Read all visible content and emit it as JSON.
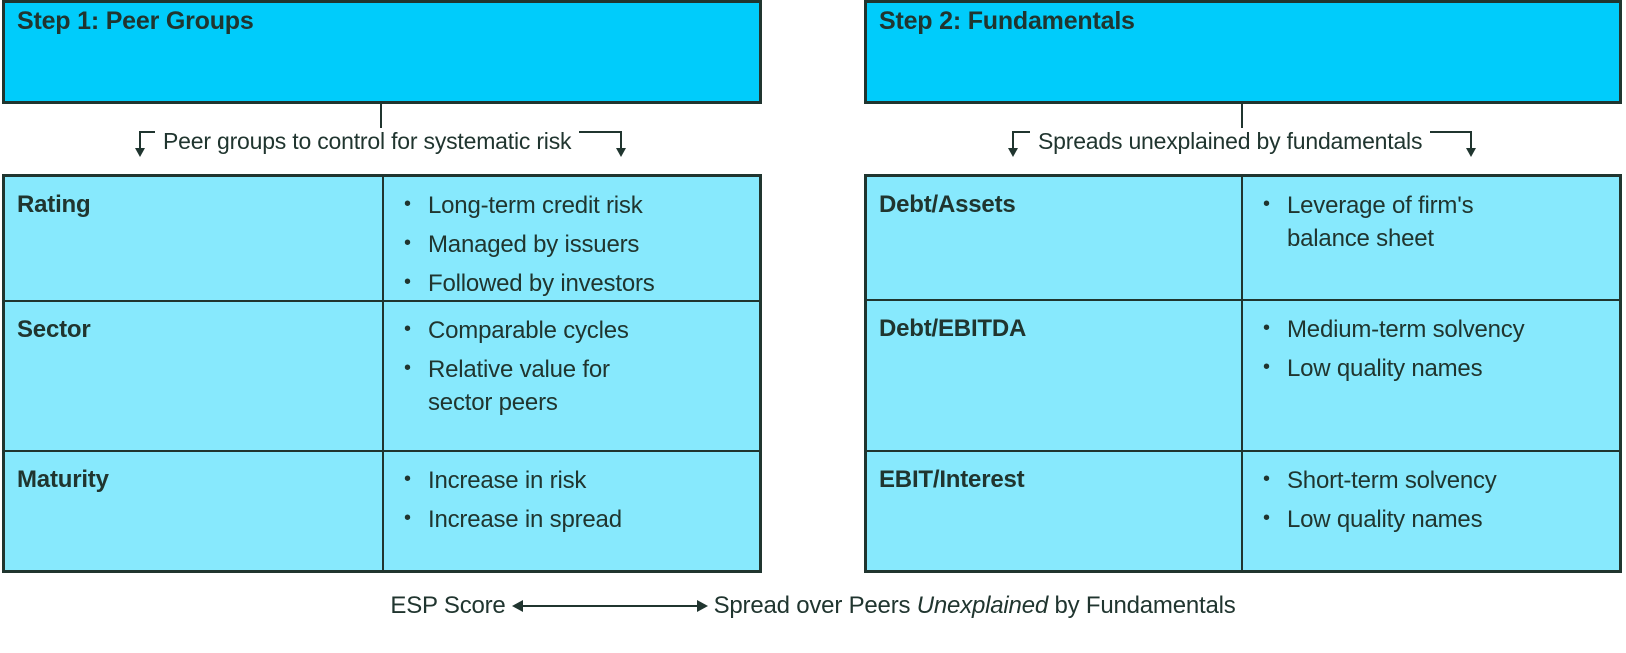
{
  "colors": {
    "header_fill": "#00CCFB",
    "table_fill": "#87E9FD",
    "line": "#20352F",
    "background": "#FFFFFF"
  },
  "steps": [
    {
      "id": "step-1",
      "title": "Step 1: Peer Groups",
      "connector_label": "Peer groups to control for systematic risk",
      "rows": [
        {
          "label": "Rating",
          "bullets": [
            "Long-term credit risk",
            "Managed by issuers",
            "Followed by investors"
          ]
        },
        {
          "label": "Sector",
          "bullets": [
            "Comparable cycles",
            "Relative value for sector peers"
          ]
        },
        {
          "label": "Maturity",
          "bullets": [
            "Increase in risk",
            "Increase in spread"
          ]
        }
      ]
    },
    {
      "id": "step-2",
      "title": "Step 2: Fundamentals",
      "connector_label": "Spreads unexplained by fundamentals",
      "rows": [
        {
          "label": "Debt/Assets",
          "bullets": [
            "Leverage of firm's balance sheet"
          ]
        },
        {
          "label": "Debt/EBITDA",
          "bullets": [
            "Medium-term solvency",
            "Low quality names"
          ]
        },
        {
          "label": "EBIT/Interest",
          "bullets": [
            "Short-term solvency",
            "Low quality names"
          ]
        }
      ]
    }
  ],
  "footer": {
    "left_text": "ESP Score",
    "arrow": "double-headed-arrow",
    "right_text_pre": "Spread over Peers ",
    "right_text_italic": "Unexplained",
    "right_text_post": " by Fundamentals"
  }
}
